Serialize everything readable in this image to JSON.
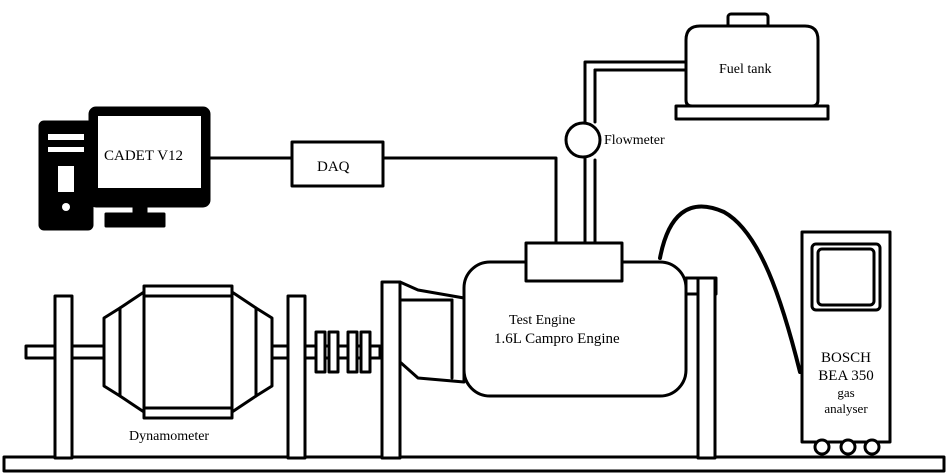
{
  "labels": {
    "computer": "CADET V12",
    "daq": "DAQ",
    "fuel_tank": "Fuel tank",
    "flowmeter": "Flowmeter",
    "engine_line1": "Test Engine",
    "engine_line2": "1.6L Campro Engine",
    "dynamometer": "Dynamometer",
    "analyser_line1": "BOSCH",
    "analyser_line2": "BEA 350",
    "analyser_line3": "gas",
    "analyser_line4": "analyser"
  }
}
